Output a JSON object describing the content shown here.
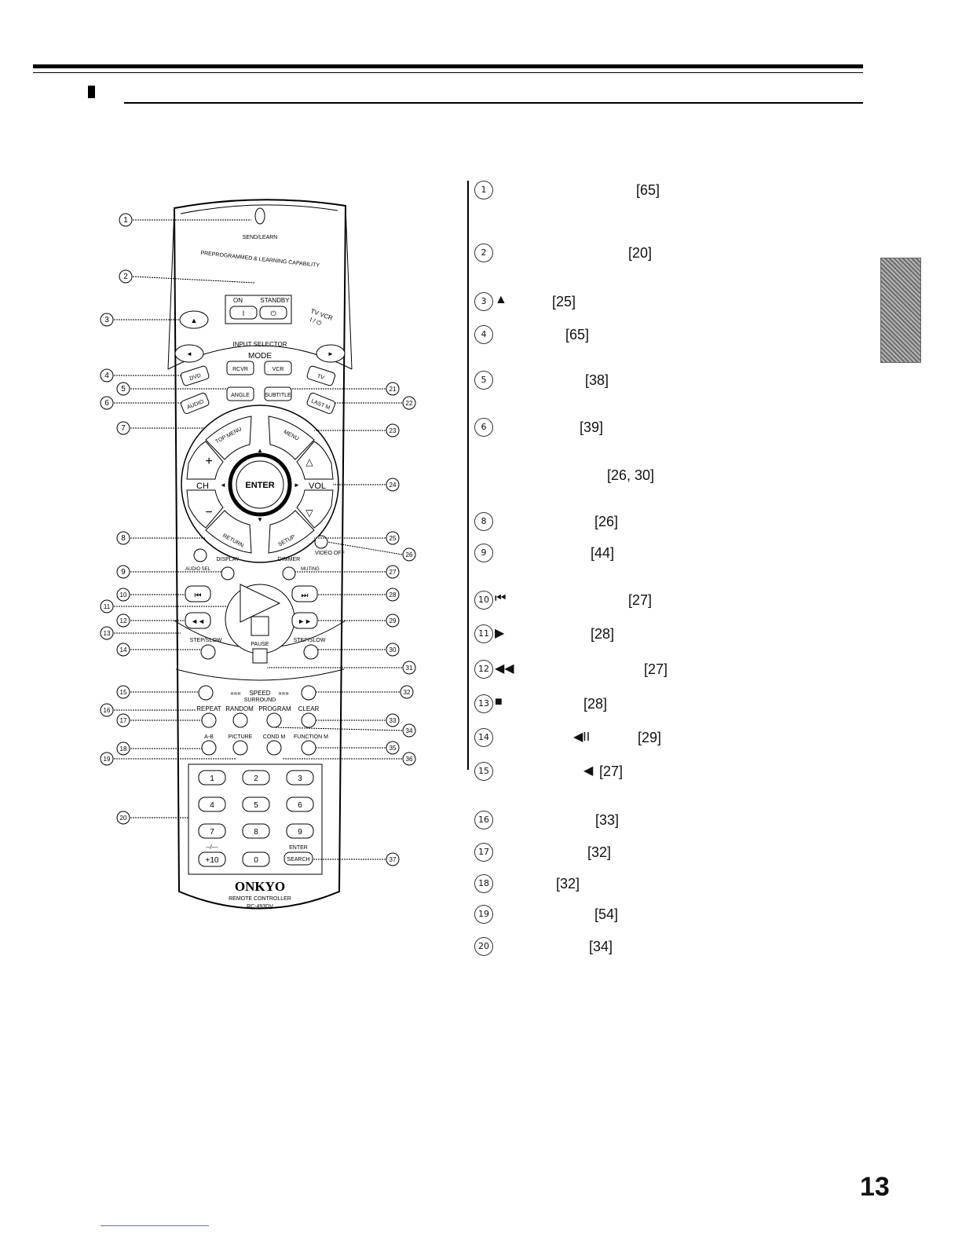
{
  "page_number": "13",
  "remote": {
    "top_label": "SEND/LEARN",
    "capability": "PREPROGRAMMED & LEARNING CAPABILITY",
    "on": "ON",
    "standby": "STANDBY",
    "power_marks": [
      "I",
      "⏻"
    ],
    "tv_vcr": "TV VCR",
    "tv_vcr_power": "I / ⏻",
    "input_selector": "INPUT SELECTOR",
    "mode": "MODE",
    "modes": [
      "DVD",
      "RCVR",
      "VCR",
      "TV"
    ],
    "row2": [
      "AUDIO",
      "ANGLE",
      "SUBTITLE",
      "LAST M"
    ],
    "top_menu": "TOP MENU",
    "menu": "MENU",
    "ch": "CH",
    "vol": "VOL",
    "enter": "ENTER",
    "return": "RETURN",
    "setup": "SETUP",
    "video_off": "VIDEO OFF",
    "display": "DISPLAY",
    "dimmer": "DIMMER",
    "audio_sel": "AUDIO SEL",
    "muting": "MUTING",
    "step_slow": "STEP/SLOW",
    "pause": "PAUSE",
    "speed": "SPEED",
    "surround": "SURROUND",
    "row_a": [
      "REPEAT",
      "RANDOM",
      "PROGRAM",
      "CLEAR"
    ],
    "row_b": [
      "A-B",
      "PICTURE",
      "COND M",
      "FUNCTION M"
    ],
    "digits": [
      "1",
      "2",
      "3",
      "4",
      "5",
      "6",
      "7",
      "8",
      "9",
      "+10",
      "0"
    ],
    "dashes": "--/---",
    "enter_small": "ENTER",
    "search": "SEARCH",
    "brand": "ONKYO",
    "model_line1": "REMOTE CONTROLLER",
    "model_line2": "RC-493DV"
  },
  "callouts": [
    "1",
    "2",
    "3",
    "4",
    "5",
    "6",
    "7",
    "8",
    "9",
    "10",
    "11",
    "12",
    "13",
    "14",
    "15",
    "16",
    "17",
    "18",
    "19",
    "20",
    "21",
    "22",
    "23",
    "24",
    "25",
    "26",
    "27",
    "28",
    "29",
    "30",
    "31",
    "32",
    "33",
    "34",
    "35",
    "36",
    "37"
  ],
  "legend": [
    {
      "num": "1",
      "sym": "",
      "ref": "[65]"
    },
    {
      "num": "2",
      "sym": "",
      "ref": "[20]"
    },
    {
      "num": "3",
      "sym": "▲",
      "ref": "[25]"
    },
    {
      "num": "4",
      "sym": "",
      "ref": "[65]"
    },
    {
      "num": "5",
      "sym": "",
      "ref": "[38]"
    },
    {
      "num": "6",
      "sym": "",
      "ref": "[39]"
    },
    {
      "num": "",
      "sym": "",
      "ref": "[26, 30]"
    },
    {
      "num": "8",
      "sym": "",
      "ref": "[26]"
    },
    {
      "num": "9",
      "sym": "",
      "ref": "[44]"
    },
    {
      "num": "10",
      "sym": "⏮",
      "ref": "[27]"
    },
    {
      "num": "11",
      "sym": "▶",
      "ref": "[28]"
    },
    {
      "num": "12",
      "sym": "◀◀",
      "ref": "[27]"
    },
    {
      "num": "13",
      "sym": "■",
      "ref": "[28]"
    },
    {
      "num": "14",
      "sym": "◀II",
      "ref": "[29]"
    },
    {
      "num": "15",
      "sym": "◀",
      "ref": "[27]"
    },
    {
      "num": "16",
      "sym": "",
      "ref": "[33]"
    },
    {
      "num": "17",
      "sym": "",
      "ref": "[32]"
    },
    {
      "num": "18",
      "sym": "",
      "ref": "[32]"
    },
    {
      "num": "19",
      "sym": "",
      "ref": "[54]"
    },
    {
      "num": "20",
      "sym": "",
      "ref": "[34]"
    }
  ]
}
